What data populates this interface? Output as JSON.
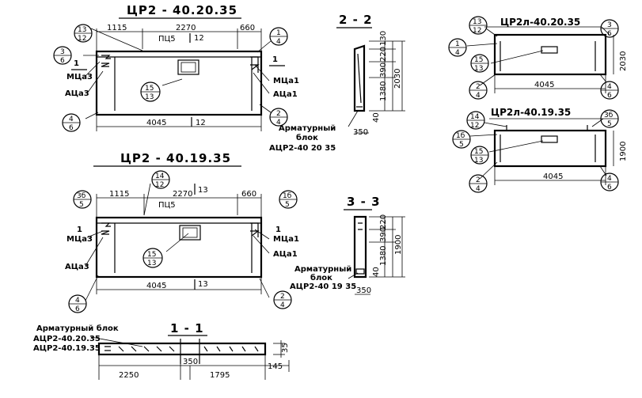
{
  "views": {
    "top_left": {
      "title": "ЦР2 - 40.20.35",
      "dims": {
        "d1115": "1115",
        "d2270": "2270",
        "d660": "660",
        "pc": "ПЦ5",
        "mark12": "12",
        "d4045": "4045"
      },
      "labels": {
        "mca3": "МЦа3",
        "aca3": "АЦа3",
        "mca1": "МЦа1",
        "aca1": "АЦа1",
        "cut1": "1"
      },
      "circles": {
        "c13_12": {
          "top": "13",
          "bottom": "12"
        },
        "c3_6": {
          "top": "3",
          "bottom": "6"
        },
        "c15_13": {
          "top": "15",
          "bottom": "13"
        },
        "c1_4": {
          "top": "1",
          "bottom": "4"
        },
        "c2_4": {
          "top": "2",
          "bottom": "4"
        },
        "c4_6": {
          "top": "4",
          "bottom": "6"
        }
      }
    },
    "mid_left": {
      "title": "ЦР2 - 40.19.35",
      "dims": {
        "d1115": "1115",
        "d2270": "2270",
        "mark13": "13",
        "d660": "660",
        "pc": "ПЦ5",
        "d4045": "4045"
      },
      "labels": {
        "mca3": "МЦа3",
        "aca3": "АЦа3",
        "mca1": "МЦа1",
        "aca1": "АЦа1",
        "cut1": "1"
      },
      "circles": {
        "c14_12": {
          "top": "14",
          "bottom": "12"
        },
        "c3b_5": {
          "top": "3б",
          "bottom": "5"
        },
        "c16_5": {
          "top": "1б",
          "bottom": "5"
        },
        "c15_13": {
          "top": "15",
          "bottom": "13"
        },
        "c4_6": {
          "top": "4",
          "bottom": "6"
        },
        "c2_4": {
          "top": "2",
          "bottom": "4"
        }
      }
    },
    "section_22": {
      "title": "2 - 2",
      "dims": {
        "d130": "130",
        "d220": "220",
        "d390": "390",
        "d1380": "1380",
        "d2030": "2030",
        "d40": "40",
        "d350": "350"
      },
      "note": {
        "line1": "Арматурный",
        "line2": "блок",
        "line3": "АЦР2-40 20 35"
      }
    },
    "section_33": {
      "title": "3 - 3",
      "dims": {
        "d220": "220",
        "d390": "390",
        "d1380": "1380",
        "d1900": "1900",
        "d40": "40",
        "d350": "350"
      },
      "note": {
        "line1": "Арматурный",
        "line2": "блок",
        "line3": "АЦР2-40 19 35"
      }
    },
    "section_11": {
      "title": "1 - 1",
      "note": {
        "line1": "Арматурный  блок",
        "line2": "АЦР2-40.20.35",
        "line3": "АЦР2-40.19.35"
      },
      "dims": {
        "d35": "35",
        "d2250": "2250",
        "d350": "350",
        "d1795": "1795",
        "d145": "145"
      }
    },
    "top_right": {
      "title": "ЦР2л-40.20.35",
      "dims": {
        "d4045": "4045",
        "d2030": "2030"
      },
      "circles": {
        "c13_12": {
          "top": "13",
          "bottom": "12"
        },
        "c3_6": {
          "top": "3",
          "bottom": "6"
        },
        "c1_4": {
          "top": "1",
          "bottom": "4"
        },
        "c15_13": {
          "top": "15",
          "bottom": "13"
        },
        "c2_4": {
          "top": "2",
          "bottom": "4"
        },
        "c4_6": {
          "top": "4",
          "bottom": "6"
        }
      }
    },
    "mid_right": {
      "title": "ЦР2л-40.19.35",
      "dims": {
        "d4045": "4045",
        "d1900": "1900"
      },
      "circles": {
        "c14_12": {
          "top": "14",
          "bottom": "12"
        },
        "c3b_5": {
          "top": "3б",
          "bottom": "5"
        },
        "c16_5": {
          "top": "1б",
          "bottom": "5"
        },
        "c15_13": {
          "top": "15",
          "bottom": "13"
        },
        "c2_4": {
          "top": "2",
          "bottom": "4"
        },
        "c4_6": {
          "top": "4",
          "bottom": "6"
        }
      }
    }
  }
}
